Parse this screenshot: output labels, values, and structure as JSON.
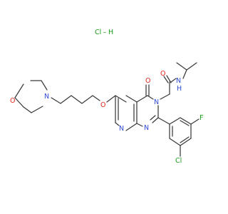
{
  "salt": {
    "hcl_label": "Cl",
    "hcl_dash": "–",
    "hcl_h": "H"
  },
  "atoms": {
    "o_morpholine": "O",
    "n_morpholine": "N",
    "o_ether": "O",
    "o_carbonyl_ring": "O",
    "o_amide": "O",
    "n_amide": "N",
    "h_amide": "H",
    "n_ring3": "N",
    "n_ring1": "N",
    "n_pyridine": "N",
    "cl_aryl": "Cl",
    "f_aryl": "F"
  },
  "colors": {
    "oxygen": "#e5241b",
    "nitrogen": "#2f4bd8",
    "halogen": "#1a9a1a",
    "bond": "#3a3a3a"
  }
}
